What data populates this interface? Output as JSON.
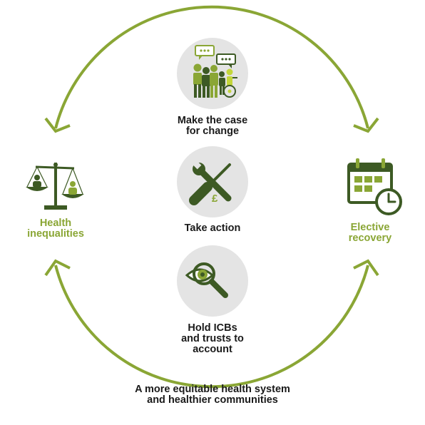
{
  "center_steps": [
    {
      "lines": [
        "Make the case",
        "for change"
      ],
      "icon": "people-speech-icon"
    },
    {
      "lines": [
        "Take action"
      ],
      "icon": "wrench-screwdriver-pound-icon"
    },
    {
      "lines": [
        "Hold ICBs",
        "and trusts to",
        "account"
      ],
      "icon": "magnifier-eye-icon"
    }
  ],
  "left_node": {
    "lines": [
      "Health",
      "inequalities"
    ],
    "icon": "balance-scale-icon"
  },
  "right_node": {
    "lines": [
      "Elective",
      "recovery"
    ],
    "icon": "calendar-clock-icon"
  },
  "bottom_text": [
    "A more equitable health system",
    "and healthier communities"
  ],
  "pound_symbol": "£",
  "colors": {
    "accent_green": "#8aa635",
    "dark_green": "#3d5a24",
    "circle_grey": "#e4e4e4",
    "text": "#1a1a1a"
  }
}
